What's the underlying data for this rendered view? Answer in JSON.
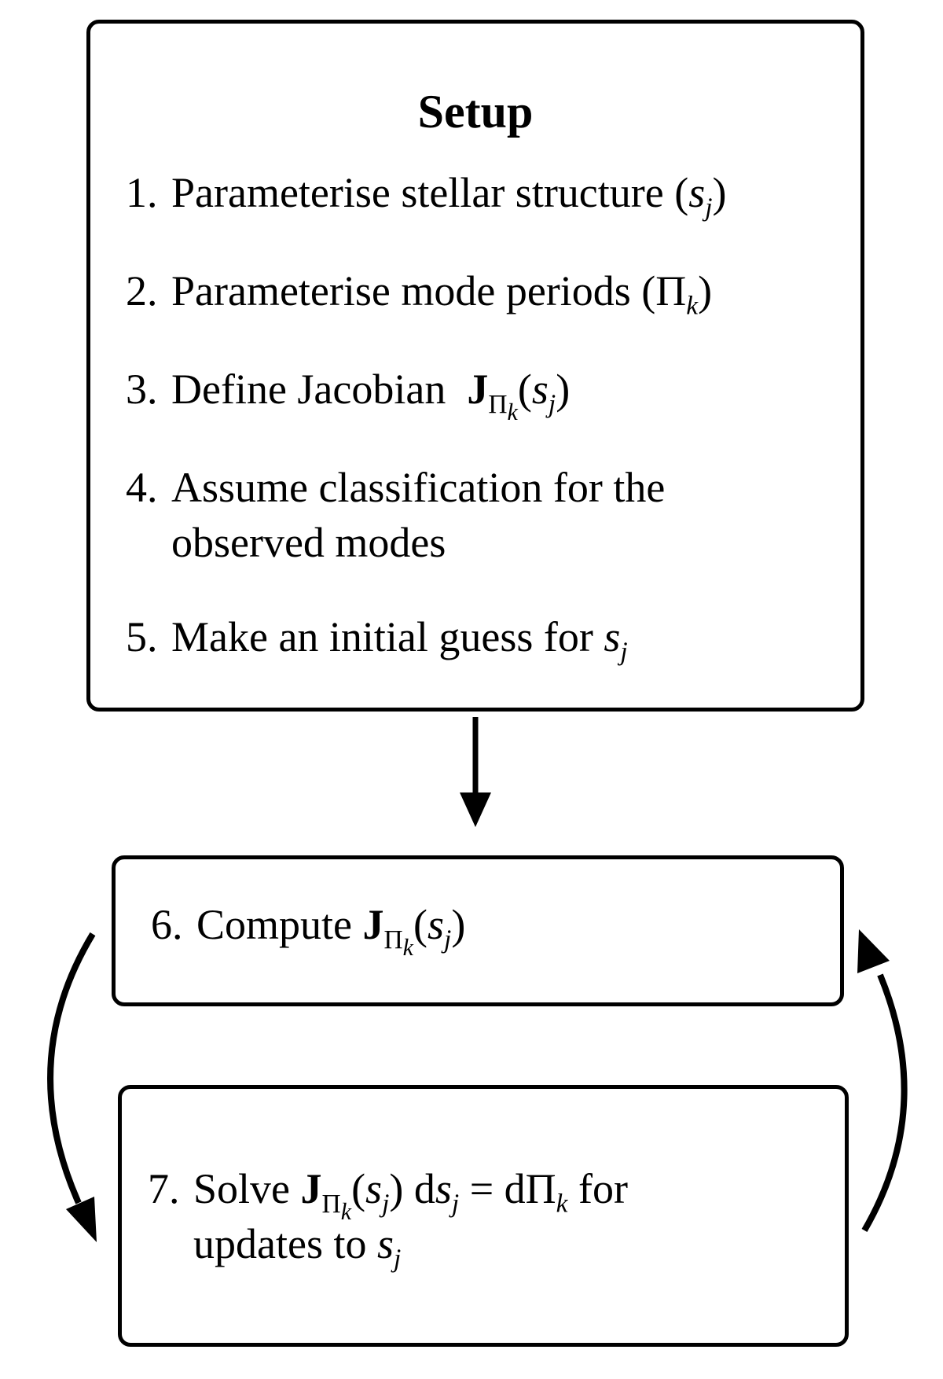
{
  "setup": {
    "title": "Setup",
    "items": [
      {
        "num": "1.",
        "text": "Parameterise stellar structure (",
        "var": "s",
        "sub": "j",
        "after": ")"
      },
      {
        "num": "2.",
        "text": "Parameterise mode periods (",
        "var": "Π",
        "sub": "k",
        "after": ")"
      },
      {
        "num": "3.",
        "text": "Define Jacobian ",
        "J": "J",
        "Jsub": "Π",
        "Jsubsub": "k",
        "open": "(",
        "var": "s",
        "sub": "j",
        "after": ")"
      },
      {
        "num": "4.",
        "line1": "Assume classification for the",
        "line2": "observed modes"
      },
      {
        "num": "5.",
        "text": "Make an initial guess for ",
        "var": "s",
        "sub": "j"
      }
    ]
  },
  "compute": {
    "num": "6.",
    "text": "Compute ",
    "J": "J",
    "Jsub": "Π",
    "Jsubsub": "k",
    "open": "(",
    "var": "s",
    "sub": "j",
    "after": ")"
  },
  "solve": {
    "num": "7.",
    "text": "Solve ",
    "J": "J",
    "Jsub": "Π",
    "Jsubsub": "k",
    "open": "(",
    "var": "s",
    "sub": "j",
    "close": ")",
    "d1": " d",
    "var2": "s",
    "sub2": "j",
    "eq": " = dΠ",
    "sub3": "k",
    "for": " for",
    "line2": "updates to ",
    "var3": "s",
    "sub4": "j"
  },
  "arrows": [
    "setup-to-compute",
    "compute-to-solve",
    "solve-to-compute"
  ]
}
